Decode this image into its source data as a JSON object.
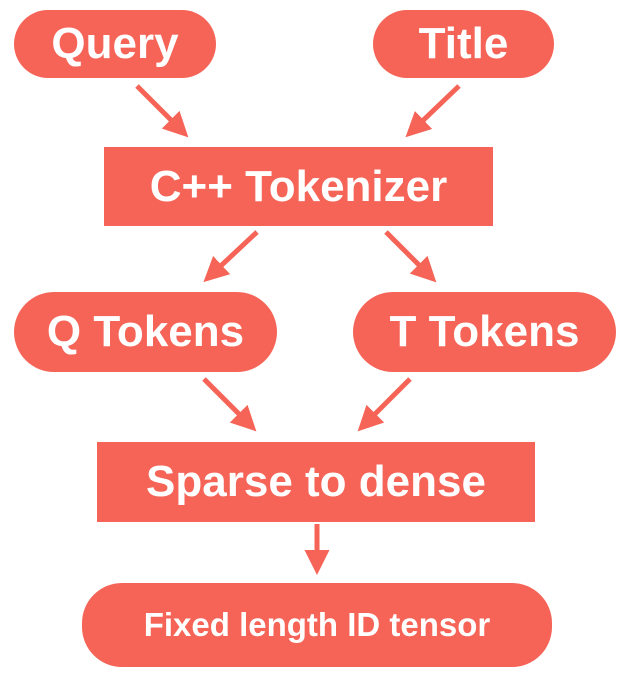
{
  "nodes": {
    "query": "Query",
    "title": "Title",
    "tokenizer": "C++ Tokenizer",
    "q_tokens": "Q Tokens",
    "t_tokens": "T Tokens",
    "sparse_to_dense": "Sparse to dense",
    "fixed_tensor": "Fixed length ID tensor"
  },
  "edges": [
    [
      "query",
      "tokenizer"
    ],
    [
      "title",
      "tokenizer"
    ],
    [
      "tokenizer",
      "q_tokens"
    ],
    [
      "tokenizer",
      "t_tokens"
    ],
    [
      "q_tokens",
      "sparse_to_dense"
    ],
    [
      "t_tokens",
      "sparse_to_dense"
    ],
    [
      "sparse_to_dense",
      "fixed_tensor"
    ]
  ],
  "colors": {
    "node_fill": "#F56457",
    "node_text": "#FFFFFF",
    "arrow": "#F56457"
  }
}
